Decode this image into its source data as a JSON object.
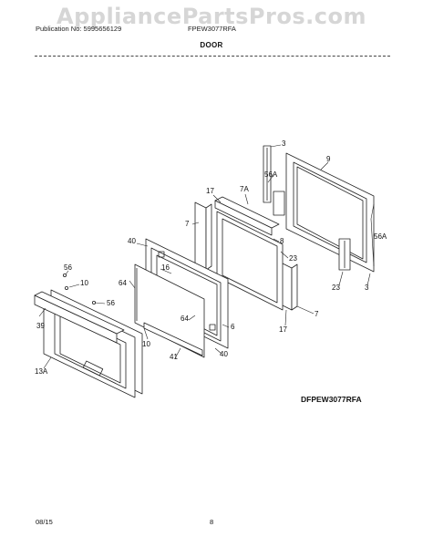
{
  "watermark": "AppliancePartsPros.com",
  "header": {
    "publication": "Publication No: 5995656129",
    "model": "FPEW3077RFA"
  },
  "section_title": "DOOR",
  "diagram_code": "DFPEW3077RFA",
  "footer": {
    "date": "08/15",
    "page": "8"
  },
  "part_labels": {
    "p3a": "3",
    "p56a_a": "56A",
    "p9": "9",
    "p17a": "17",
    "p7a": "7A",
    "p7_left": "7",
    "p40a": "40",
    "p8": "8",
    "p23a": "23",
    "p56a_b": "56A",
    "p16": "16",
    "p56_top": "56",
    "p10a": "10",
    "p64a": "64",
    "p56_mid": "56",
    "p39": "39",
    "p64b": "64",
    "p6": "6",
    "p10b": "10",
    "p41": "41",
    "p40b": "40",
    "p17b": "17",
    "p7_right": "7",
    "p23b": "23",
    "p3b": "3",
    "p13a": "13A"
  }
}
